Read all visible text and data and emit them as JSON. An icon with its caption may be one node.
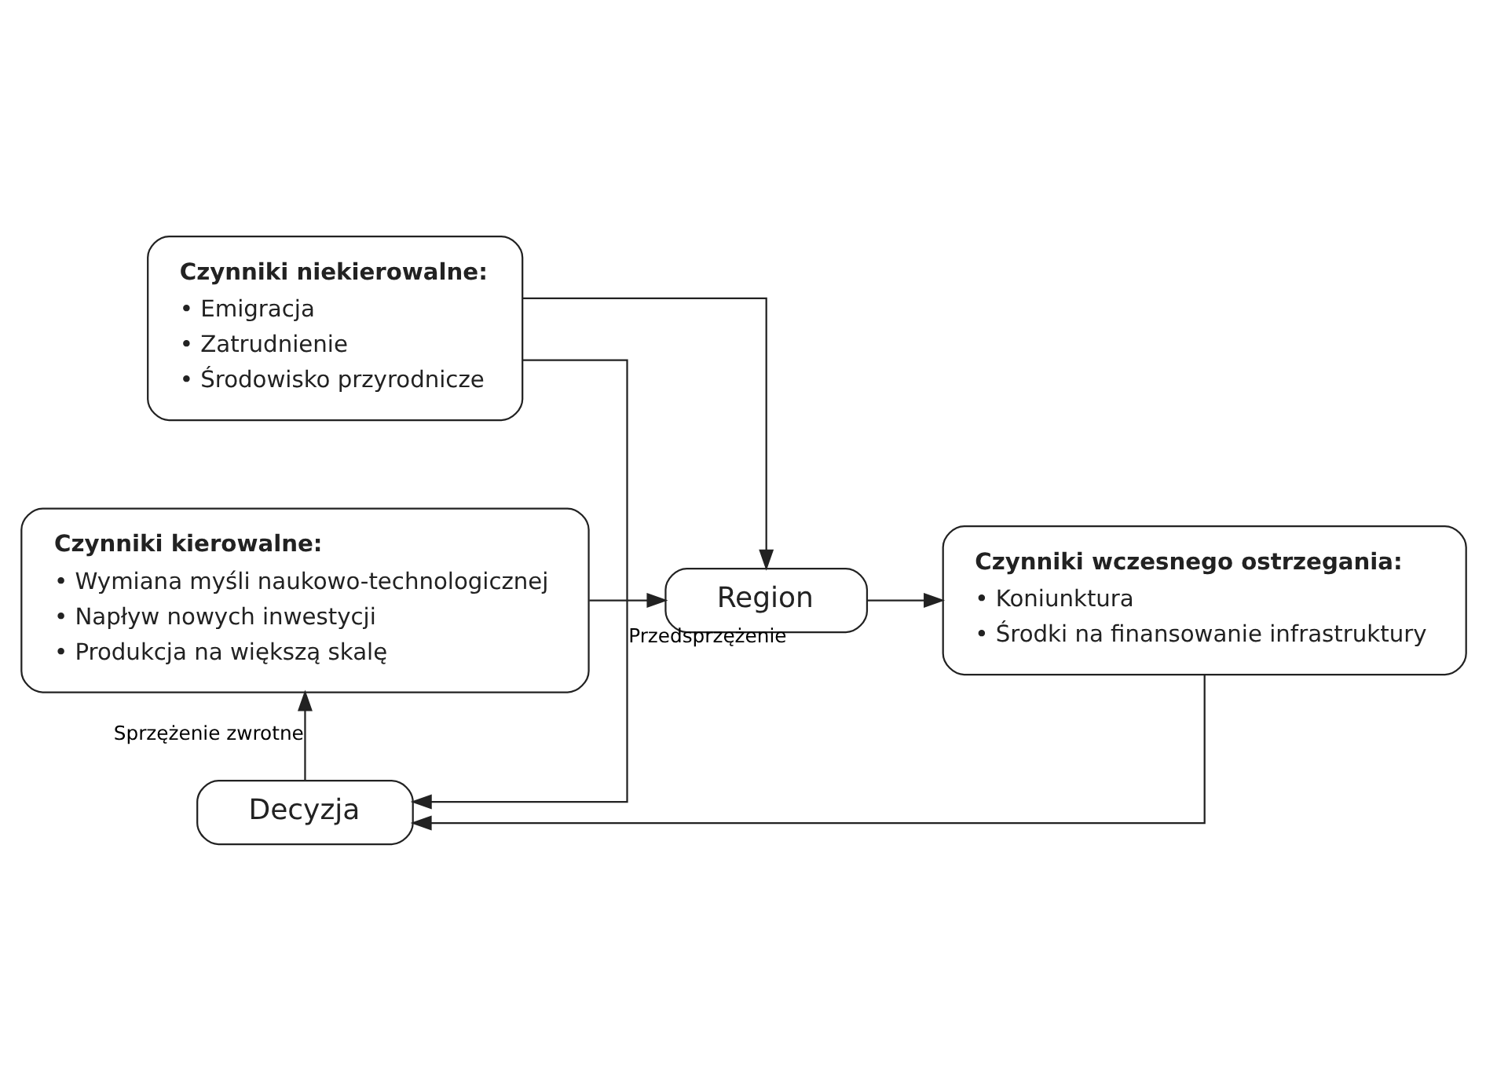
{
  "diagram": {
    "nodes": [
      {
        "text": [
          "Czynniki niekierowalne:",
          "• Emigracja",
          "• Zatrudnienie",
          "• Środowisko przyrodnicze"
        ]
      },
      {
        "text": [
          "Czynniki kierowalne:",
          "• Wymiana myśli naukowo-technologicznej",
          "• Napływ nowych inwestycji",
          "• Produkcja na większą skalę"
        ]
      },
      {
        "text": [
          "Region"
        ]
      },
      {
        "text": [
          "Czynniki wczesnego ostrzegania:",
          "• Koniunktura",
          "• Środki na finansowanie infrastruktury"
        ]
      },
      {
        "text": [
          "Decyzja"
        ]
      }
    ],
    "edges": [
      {
        "from": 0,
        "to": 2,
        "arrow": "to"
      },
      {
        "from": 0,
        "to": 4,
        "arrow": "to",
        "label": "Przedsprzężenie"
      },
      {
        "from": 1,
        "to": 2,
        "arrow": "to"
      },
      {
        "from": 2,
        "to": 3,
        "arrow": "to"
      },
      {
        "from": 3,
        "to": 4,
        "arrow": "to"
      },
      {
        "from": 4,
        "to": 1,
        "arrow": "to",
        "label": "Sprzężenie zwrotne"
      }
    ]
  }
}
